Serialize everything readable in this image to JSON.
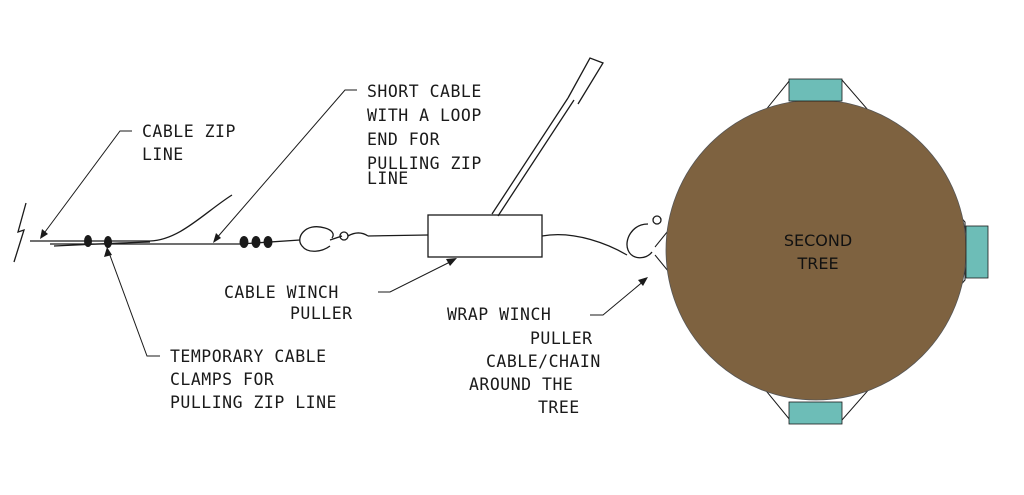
{
  "labels": {
    "cable_zip_line": [
      "CABLE ZIP",
      "LINE"
    ],
    "short_cable": [
      "SHORT CABLE",
      "WITH A LOOP",
      "END FOR",
      "PULLING ZIP",
      "LINE"
    ],
    "temporary_clamps": [
      "TEMPORARY CABLE",
      "CLAMPS FOR",
      "PULLING ZIP LINE"
    ],
    "cable_winch_puller": [
      "CABLE WINCH",
      "PULLER"
    ],
    "wrap_winch": [
      "WRAP WINCH",
      "PULLER",
      "CABLE/CHAIN",
      "AROUND THE",
      "TREE"
    ],
    "tree": [
      "SECOND",
      "TREE"
    ]
  },
  "colors": {
    "tree_trunk": "#7e6240",
    "protector_pad": "#6dbdb7",
    "line": "#1a1a1a"
  }
}
